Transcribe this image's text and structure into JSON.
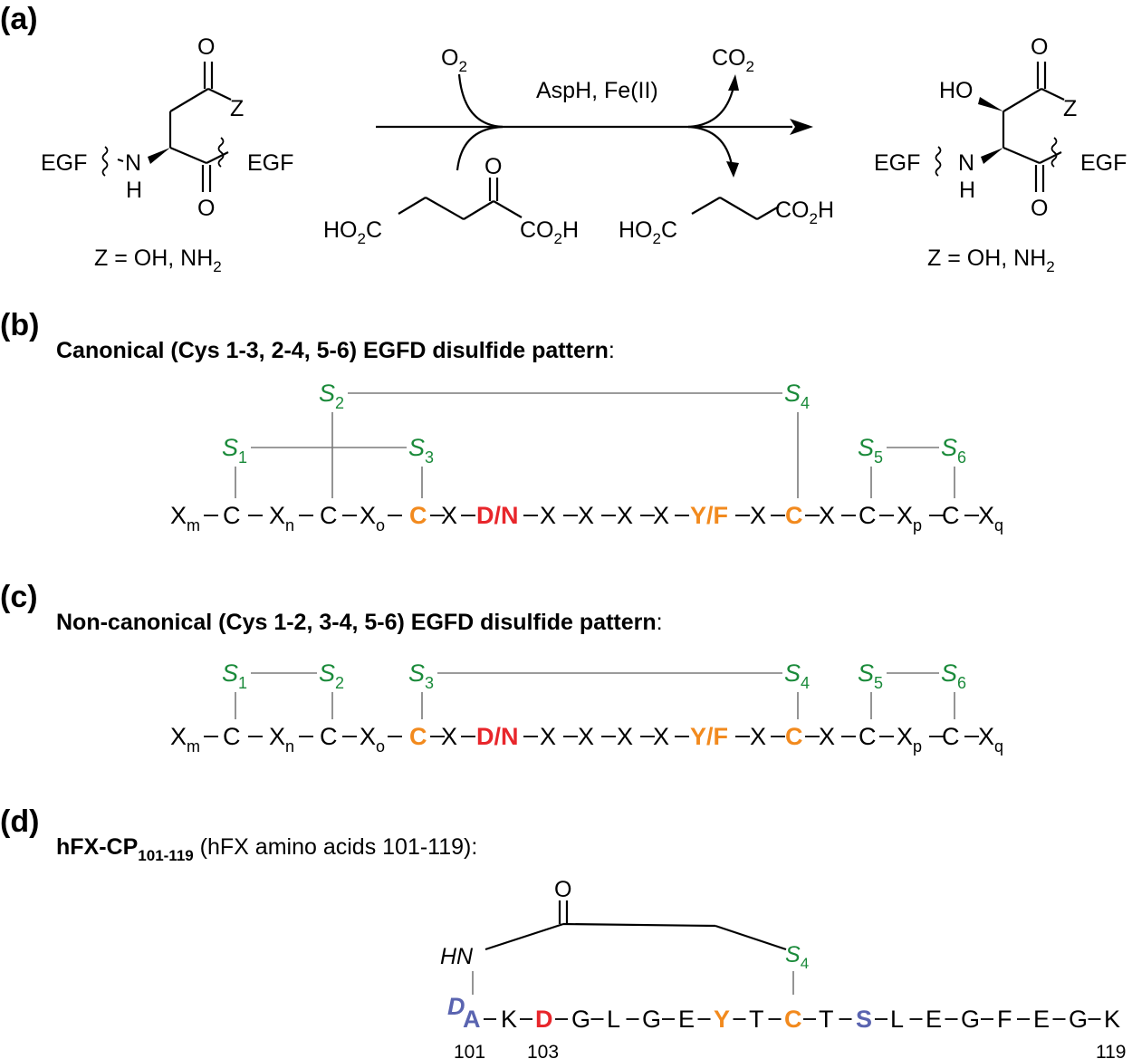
{
  "panels": {
    "a": "(a)",
    "b": "(b)",
    "c": "(c)",
    "d": "(d)"
  },
  "reaction": {
    "z_label": "Z",
    "egf_label": "EGF",
    "n_label": "N",
    "h_label": "H",
    "o_label": "O",
    "ho_label": "HO",
    "z_def_prefix": "Z = OH, NH",
    "z_def_sub": "2",
    "o2_main": "O",
    "o2_sub": "2",
    "co2_main": "CO",
    "co2_sub": "2",
    "enzyme": "AspH, Fe(II)",
    "ho2c_a": "HO",
    "ho2c_sub": "2",
    "ho2c_c": "C",
    "co2h_a": "CO",
    "co2h_sub": "2",
    "co2h_h": "H"
  },
  "panel_b": {
    "heading_bold": "Canonical (Cys 1-3, 2-4, 5-6) EGFD disulfide pattern",
    "heading_tail": ":"
  },
  "panel_c": {
    "heading_bold": "Non-canonical (Cys 1-2, 3-4, 5-6) EGFD disulfide pattern",
    "heading_tail": ":"
  },
  "sequence": {
    "S": "S",
    "s_subs": [
      "1",
      "2",
      "3",
      "4",
      "5",
      "6"
    ],
    "X": "X",
    "x_subs": [
      "m",
      "n",
      "o",
      "p",
      "q"
    ],
    "C": "C",
    "DN": "D/N",
    "YF": "Y/F",
    "dash": "-"
  },
  "panel_d": {
    "heading_bold": "hFX-CP",
    "heading_sub": "101-119",
    "heading_tail": " (hFX amino acids 101-119):",
    "hn": "HN",
    "o_label": "O",
    "s4": "S",
    "s4_sub": "4",
    "d_super": "D",
    "residues": [
      "A",
      "K",
      "D",
      "G",
      "L",
      "G",
      "E",
      "Y",
      "T",
      "C",
      "T",
      "S",
      "L",
      "E",
      "G",
      "F",
      "E",
      "G",
      "K"
    ],
    "numbers": [
      "101",
      "103",
      "119"
    ]
  }
}
